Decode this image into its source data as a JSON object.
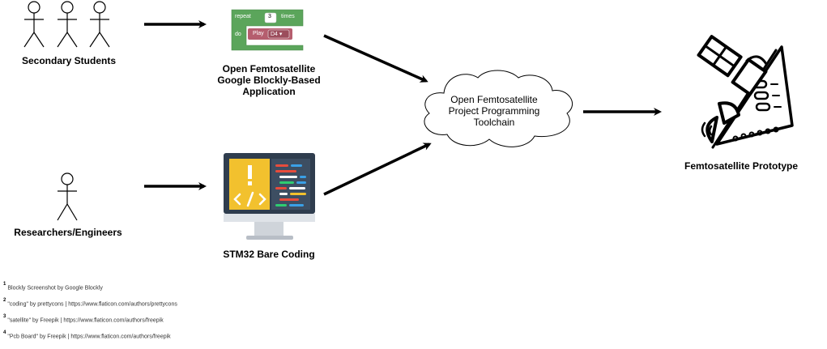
{
  "actors": {
    "students": "Secondary Students",
    "researchers": "Researchers/Engineers"
  },
  "apps": {
    "blockly": [
      "Open Femtosatellite",
      "Google Blockly-Based",
      "Application"
    ],
    "stm32": "STM32 Bare Coding"
  },
  "blockly_snippet": {
    "repeat": "repeat",
    "count": "3",
    "times": "times",
    "do": "do",
    "play": "Play",
    "note": "D4 ▾"
  },
  "toolchain": [
    "Open Femtosatellite",
    "Project Programming",
    "Toolchain"
  ],
  "prototype": "Femtosatellite Prototype",
  "footnotes": [
    {
      "num": "1",
      "text": "Blockly Screenshot by Google Blockly"
    },
    {
      "num": "2",
      "text": "\"coding\" by prettycons | https://www.flaticon.com/authors/prettycons"
    },
    {
      "num": "3",
      "text": "\"satellite\" by Freepik | https://www.flaticon.com/authors/freepik"
    },
    {
      "num": "4",
      "text": "\"Pcb Board\" by Freepik | https://www.flaticon.com/authors/freepik"
    }
  ],
  "icons": [
    "stick-figure-icon",
    "blockly-code-icon",
    "monitor-coding-icon",
    "cloud-icon",
    "satellite-pcb-icon",
    "arrow-icon"
  ]
}
